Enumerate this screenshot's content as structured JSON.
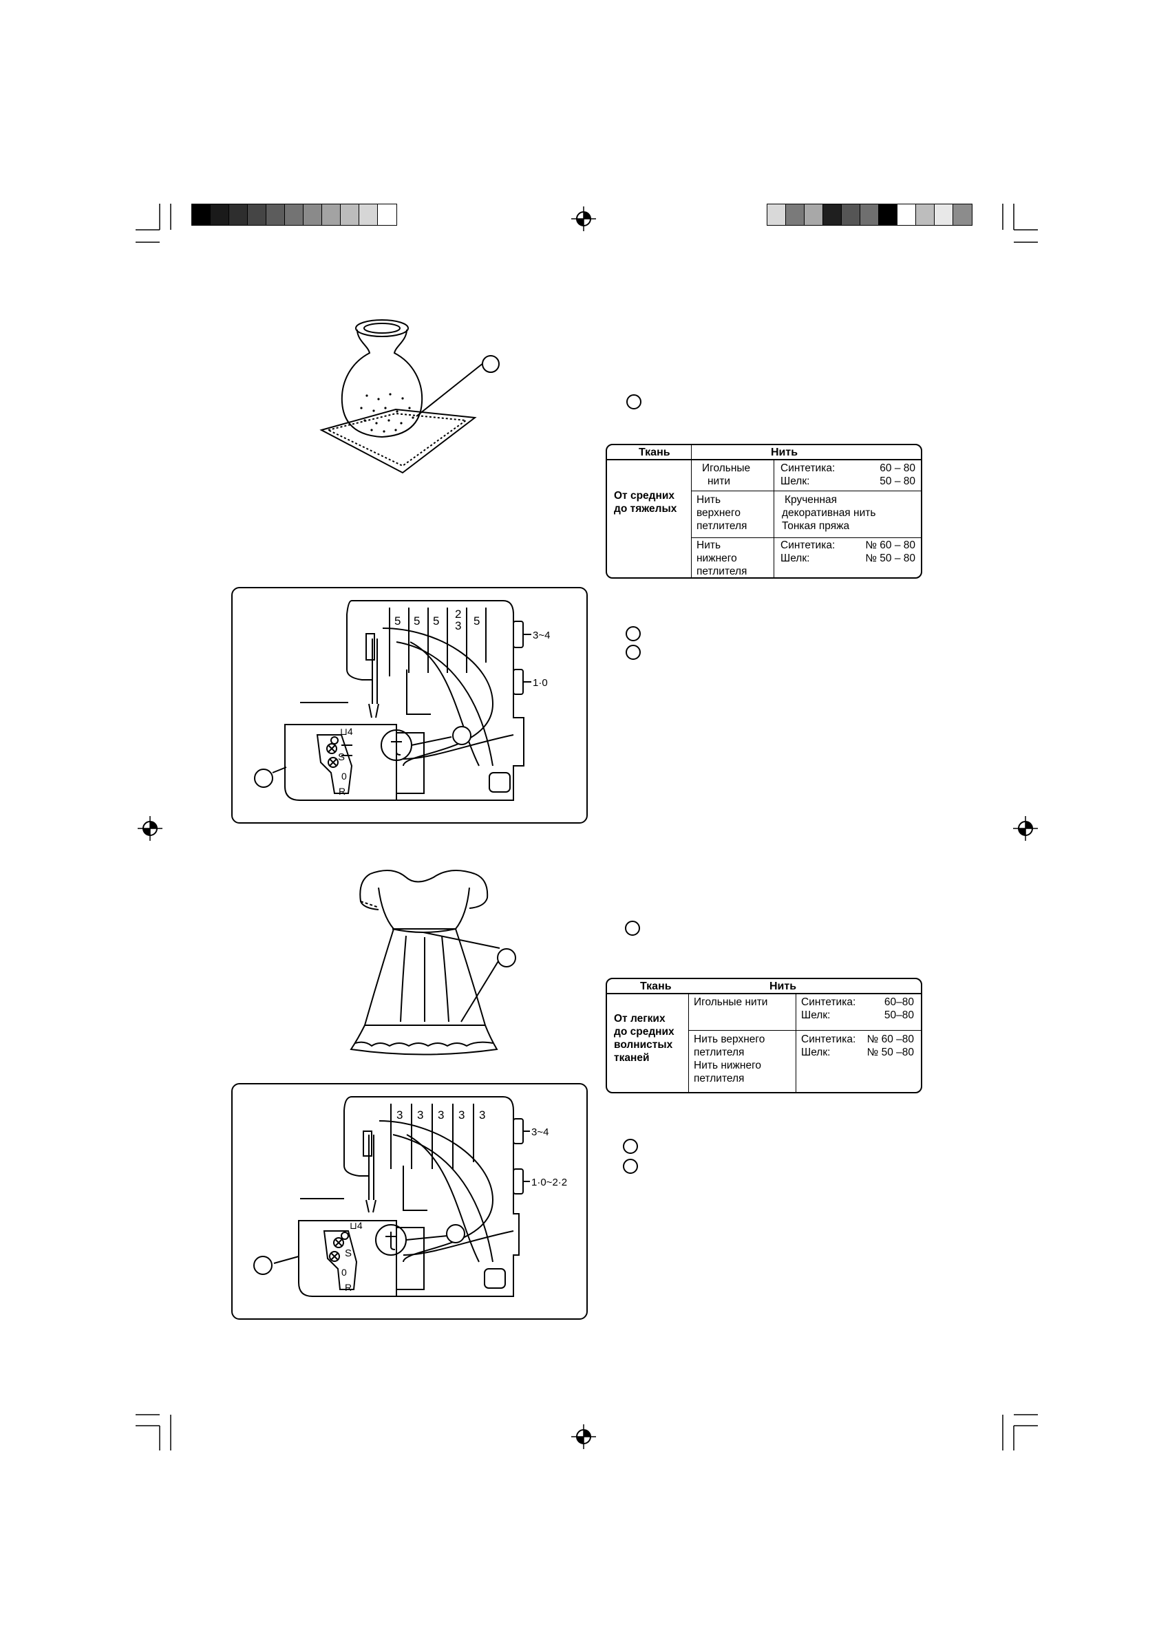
{
  "registration": {
    "left_swatches": [
      "#000000",
      "#1a1a1a",
      "#2e2e2e",
      "#454545",
      "#5c5c5c",
      "#737373",
      "#8a8a8a",
      "#a3a3a3",
      "#bcbcbc",
      "#d6d6d6",
      "#ffffff"
    ],
    "right_swatches": [
      "#d9d9d9",
      "#7a7a7a",
      "#a8a8a8",
      "#1f1f1f",
      "#555555",
      "#6f6f6f",
      "#000000",
      "#ffffff",
      "#bdbdbd",
      "#e8e8e8",
      "#8c8c8c"
    ]
  },
  "table1": {
    "col_fabric": "Ткань",
    "col_thread": "Нить",
    "fabric_lines": [
      "От средних",
      "до тяжелых"
    ],
    "rows": [
      {
        "name_lines": [
          "Игольные",
          "нити"
        ],
        "value_lines": [
          [
            "Синтетика:",
            "60 – 80"
          ],
          [
            "Шелк:",
            "50 – 80"
          ]
        ]
      },
      {
        "name_lines": [
          "Нить",
          "верхнего",
          "петлителя"
        ],
        "value_lines": [
          [
            "Крученная",
            ""
          ],
          [
            "декоративная нить",
            ""
          ],
          [
            "Тонкая пряжа",
            ""
          ]
        ]
      },
      {
        "name_lines": [
          "Нить",
          "нижнего",
          "петлителя"
        ],
        "value_lines": [
          [
            "Синтетика:",
            "№ 60 – 80"
          ],
          [
            "Шелк:",
            "№ 50 – 80"
          ]
        ]
      }
    ]
  },
  "machine1": {
    "dial_labels": [
      "5",
      "5",
      "5",
      "2",
      "3",
      "5"
    ],
    "knob_top": "3~4",
    "knob_bottom": "1·0",
    "plate_labels": {
      "s": "S",
      "zero": "0",
      "r": "R",
      "mark": "⊔4"
    }
  },
  "table2": {
    "col_fabric": "Ткань",
    "col_thread": "Нить",
    "fabric_lines": [
      "От легких",
      "до средних",
      "волнистых",
      "тканей"
    ],
    "rows": [
      {
        "name_lines": [
          "Игольные нити"
        ],
        "value_lines": [
          [
            "Синтетика:",
            "60–80"
          ],
          [
            "Шелк:",
            "50–80"
          ]
        ]
      },
      {
        "name_lines": [
          "Нить верхнего",
          "петлителя",
          "Нить нижнего",
          "петлителя"
        ],
        "value_lines": [
          [
            "Синтетика:",
            "№ 60 –80"
          ],
          [
            "Шелк:",
            "№ 50 –80"
          ]
        ]
      }
    ]
  },
  "machine2": {
    "dial_labels": [
      "3",
      "3",
      "3",
      "3",
      "3"
    ],
    "knob_top": "3~4",
    "knob_bottom": "1·0~2·2",
    "plate_labels": {
      "s": "S",
      "zero": "0",
      "r": "R",
      "mark": "⊔4"
    }
  }
}
